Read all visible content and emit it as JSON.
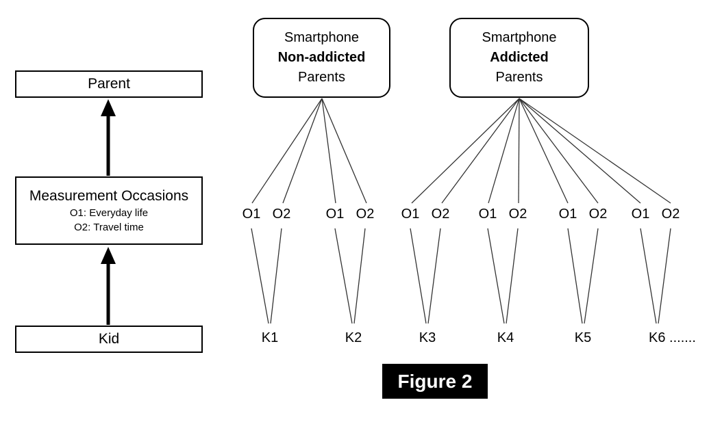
{
  "figure_label": "Figure 2",
  "left_flow": {
    "parent_label": "Parent",
    "measurement": {
      "title": "Measurement Occasions",
      "line1": "O1: Everyday life",
      "line2": "O2: Travel time"
    },
    "kid_label": "Kid"
  },
  "groups": [
    {
      "line1": "Smartphone",
      "line2": "Non-addicted",
      "line3": "Parents"
    },
    {
      "line1": "Smartphone",
      "line2": "Addicted",
      "line3": "Parents"
    }
  ],
  "pairs": [
    {
      "o1": "O1",
      "o2": "O2",
      "kid": "K1"
    },
    {
      "o1": "O1",
      "o2": "O2",
      "kid": "K2"
    },
    {
      "o1": "O1",
      "o2": "O2",
      "kid": "K3"
    },
    {
      "o1": "O1",
      "o2": "O2",
      "kid": "K4"
    },
    {
      "o1": "O1",
      "o2": "O2",
      "kid": "K5"
    },
    {
      "o1": "O1",
      "o2": "O2",
      "kid": "K6 ......."
    }
  ],
  "colors": {
    "line": "#333333",
    "box_border": "#000000",
    "figure_bg": "#000000",
    "figure_text": "#ffffff"
  }
}
